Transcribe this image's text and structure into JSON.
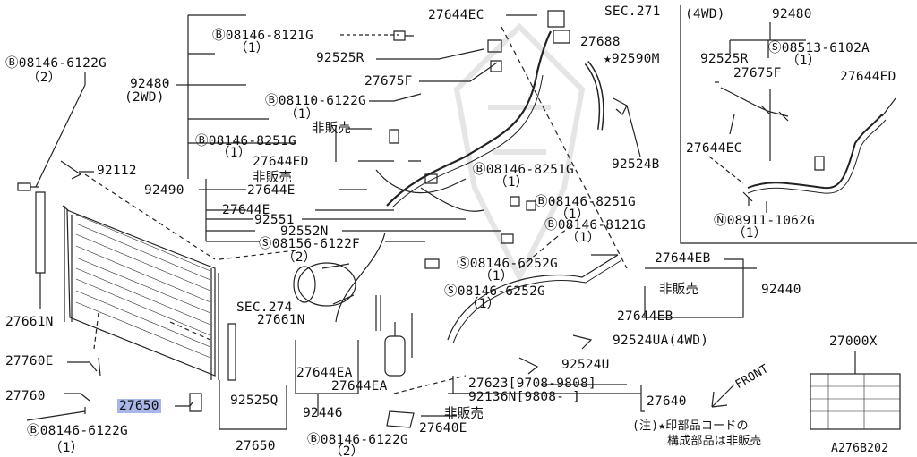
{
  "diagram_id": "A276B202",
  "labels": {
    "b08146_6122g_top": "Ⓑ08146-6122G",
    "b08146_6122g_top_qty": "（2）",
    "n92480_2wd": "92480",
    "n92480_2wd_sub": "(2WD)",
    "n92112": "92112",
    "n92490": "92490",
    "n27661n_left": "27661N",
    "n27760e": "27760E",
    "n27760": "27760",
    "n27650_box": "27650",
    "b08146_6122g_bot": "Ⓑ08146-6122G",
    "b08146_6122g_bot_qty": "（1）",
    "b08146_8121g_a": "Ⓑ08146-8121G",
    "b08146_8121g_a_qty": "（1）",
    "n92525r": "92525R",
    "n27675f": "27675F",
    "b08110_6122g": "Ⓑ08110-6122G",
    "b08110_6122g_qty": "（1）",
    "hihanbai_1": "非販売",
    "b08146_8251g_a": "Ⓑ08146-8251G",
    "b08146_8251g_a_qty": "（1）",
    "n27644ed": "27644ED",
    "hihanbai_2": "非販売",
    "n27644e_a": "27644E",
    "n27644e_b": "27644E",
    "n92551": "92551",
    "n92552n": "92552N",
    "s08156_6122f": "Ⓢ08156-6122F",
    "s08156_6122f_qty": "（2）",
    "sec274": "SEC.274",
    "n27661n_mid": "27661N",
    "n27644ea_a": "27644EA",
    "n27644ea_b": "27644EA",
    "n92525q": "92525Q",
    "n92446": "92446",
    "n27650_bot": "27650",
    "b08146_6122g_mid": "Ⓑ08146-6122G",
    "b08146_6122g_mid_qty": "（2）",
    "n27640e": "27640E",
    "hihanbai_3": "非販売",
    "n27644ec": "27644EC",
    "sec271": "SEC.271",
    "n27688": "27688",
    "n92590m": "★92590M",
    "n92524b": "92524B",
    "b08146_8251g_b": "Ⓑ08146-8251G",
    "b08146_8251g_b_qty": "（1）",
    "b08146_8251g_c": "Ⓑ08146-8251G",
    "b08146_8251g_c_qty": "（1）",
    "b08146_8121g_b": "Ⓑ08146-8121G",
    "b08146_8121g_b_qty": "（1）",
    "s08146_6252g_a": "Ⓢ08146-6252G",
    "s08146_6252g_a_qty": "（1）",
    "s08146_6252g_b": "Ⓢ08146-6252G",
    "s08146_6252g_b_qty": "（1）",
    "n27644eb_a": "27644EB",
    "hihanbai_4": "非販売",
    "n92440": "92440",
    "n27644eb_b": "27644EB",
    "n92524ua": "92524UA(4WD)",
    "n92524u": "92524U",
    "n27623": "27623[9708-9808]",
    "n92136n": "92136N[9808-      ]",
    "n27640": "27640",
    "front": "FRONT",
    "note_line1": "(注)★印部品コードの",
    "note_line2": "構成部品は非販売",
    "n27000x": "27000X",
    "inset_4wd": "(4WD)",
    "inset_92480": "92480",
    "inset_92525r": "92525R",
    "inset_s08513": "Ⓢ08513-6102A",
    "inset_s08513_qty": "（1）",
    "inset_27675f": "27675F",
    "inset_27644ed": "27644ED",
    "inset_27644ec": "27644EC",
    "inset_n08911": "Ⓝ08911-1062G",
    "inset_n08911_qty": "（1）",
    "diagram_code": "A276B202"
  },
  "colors": {
    "highlight": "#a8b6e8",
    "ink": "#111111"
  }
}
